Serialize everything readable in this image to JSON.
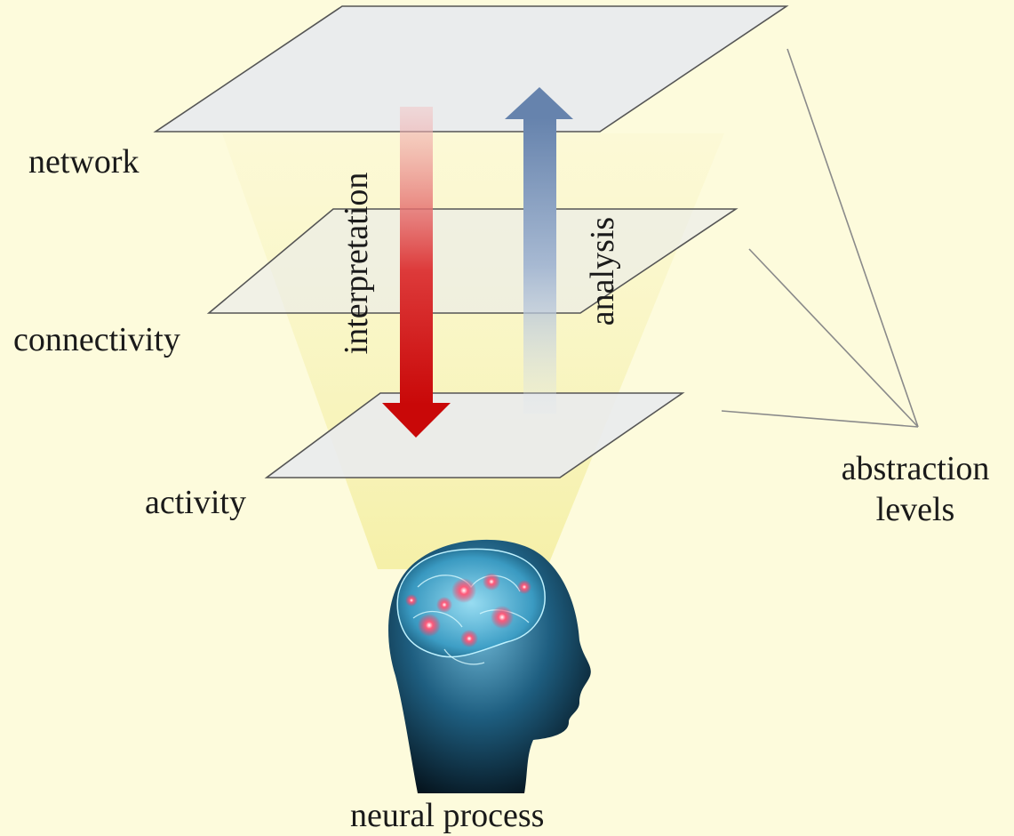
{
  "diagram": {
    "levels": [
      {
        "key": "network",
        "label": "network"
      },
      {
        "key": "connectivity",
        "label": "connectivity"
      },
      {
        "key": "activity",
        "label": "activity"
      }
    ],
    "arrows": {
      "down_label": "interpretation",
      "up_label": "analysis",
      "down_color": "#cc0a0a",
      "up_color": "#6f8db4"
    },
    "abstraction_label": [
      "abstraction",
      "levels"
    ],
    "source_label": "neural process",
    "icons": {
      "head": "brain-head-icon"
    },
    "colors": {
      "background": "#fdfbdc",
      "plane_fill": "#e9ebed",
      "plane_stroke": "#555555",
      "beam": "#f7f3b8"
    }
  }
}
